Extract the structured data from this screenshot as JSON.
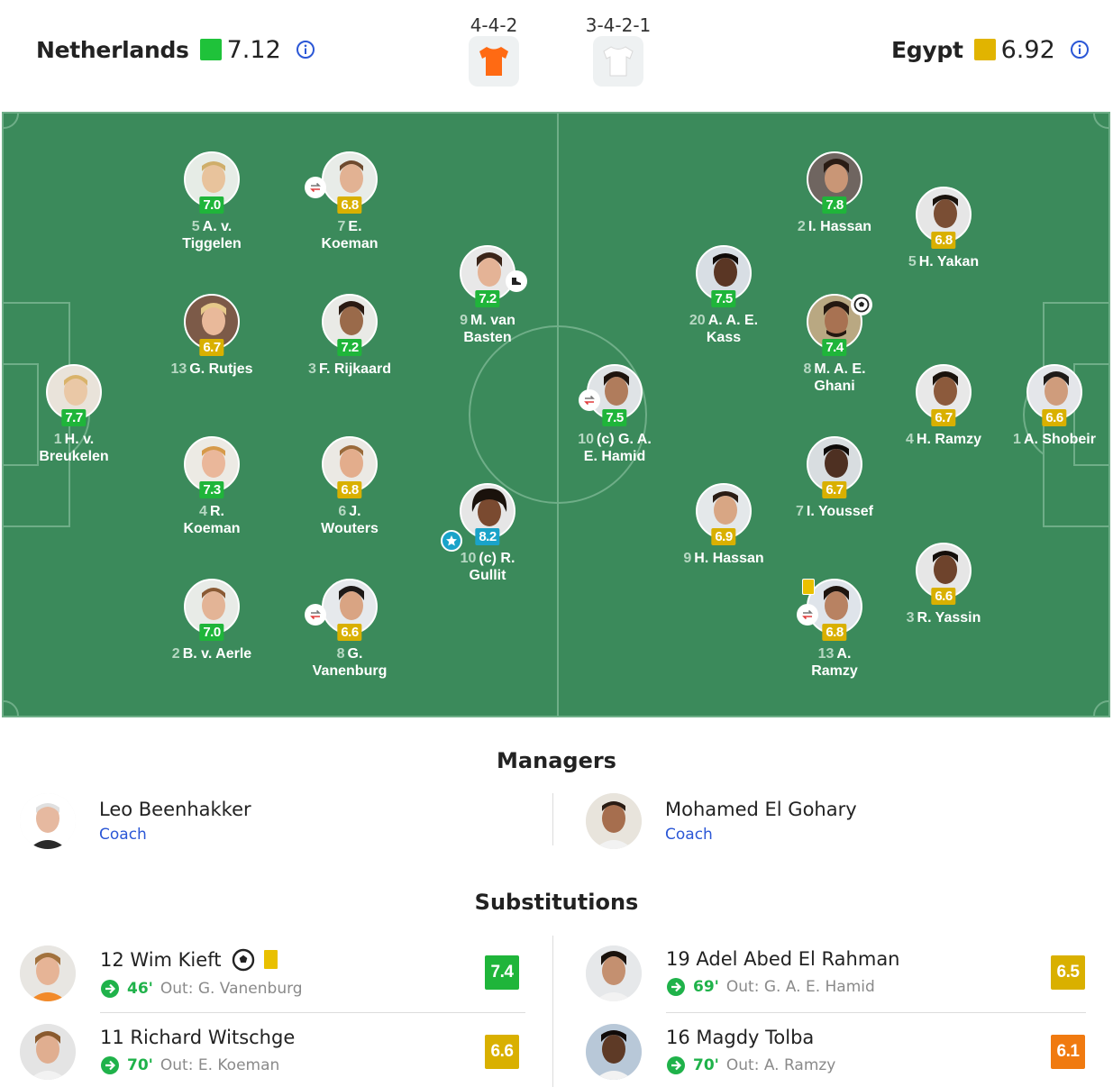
{
  "header": {
    "home": {
      "name": "Netherlands",
      "rating": "7.12",
      "color": "#1fc23a",
      "formation": "4-4-2",
      "shirt_color": "#ff6a13"
    },
    "away": {
      "name": "Egypt",
      "rating": "6.92",
      "color": "#e1b400",
      "formation": "3-4-2-1",
      "shirt_color": "#ffffff"
    }
  },
  "colors": {
    "green": "#1fb53a",
    "yellow": "#d9b000",
    "orange": "#f07a10",
    "blue": "#1aa3c9",
    "pitch": "#3b8a5b"
  },
  "pitch": {
    "home_players": [
      {
        "num": "1",
        "name": "H. v.",
        "name2": "Breukelen",
        "rating": "7.7",
        "rc": "green"
      },
      {
        "num": "5",
        "name": "A. v.",
        "name2": "Tiggelen",
        "rating": "7.0",
        "rc": "green"
      },
      {
        "num": "13",
        "name": "G. Rutjes",
        "name2": "",
        "rating": "6.7",
        "rc": "yellow"
      },
      {
        "num": "4",
        "name": "R.",
        "name2": "Koeman",
        "rating": "7.3",
        "rc": "green"
      },
      {
        "num": "2",
        "name": "B. v. Aerle",
        "name2": "",
        "rating": "7.0",
        "rc": "green"
      },
      {
        "num": "7",
        "name": "E.",
        "name2": "Koeman",
        "rating": "6.8",
        "rc": "yellow"
      },
      {
        "num": "3",
        "name": "F. Rijkaard",
        "name2": "",
        "rating": "7.2",
        "rc": "green"
      },
      {
        "num": "6",
        "name": "J.",
        "name2": "Wouters",
        "rating": "6.8",
        "rc": "yellow"
      },
      {
        "num": "8",
        "name": "G.",
        "name2": "Vanenburg",
        "rating": "6.6",
        "rc": "yellow"
      },
      {
        "num": "9",
        "name": "M. van",
        "name2": "Basten",
        "rating": "7.2",
        "rc": "green"
      },
      {
        "num": "10",
        "name": "(c) R.",
        "name2": "Gullit",
        "rating": "8.2",
        "rc": "blue"
      }
    ],
    "away_players": [
      {
        "num": "1",
        "name": "A. Shobeir",
        "name2": "",
        "rating": "6.6",
        "rc": "yellow"
      },
      {
        "num": "2",
        "name": "I. Hassan",
        "name2": "",
        "rating": "7.8",
        "rc": "green"
      },
      {
        "num": "5",
        "name": "H. Yakan",
        "name2": "",
        "rating": "6.8",
        "rc": "yellow"
      },
      {
        "num": "4",
        "name": "H. Ramzy",
        "name2": "",
        "rating": "6.7",
        "rc": "yellow"
      },
      {
        "num": "3",
        "name": "R. Yassin",
        "name2": "",
        "rating": "6.6",
        "rc": "yellow"
      },
      {
        "num": "8",
        "name": "M. A. E.",
        "name2": "Ghani",
        "rating": "7.4",
        "rc": "green"
      },
      {
        "num": "7",
        "name": "I. Youssef",
        "name2": "",
        "rating": "6.7",
        "rc": "yellow"
      },
      {
        "num": "13",
        "name": "A.",
        "name2": "Ramzy",
        "rating": "6.8",
        "rc": "yellow"
      },
      {
        "num": "20",
        "name": "A. A. E.",
        "name2": "Kass",
        "rating": "7.5",
        "rc": "green"
      },
      {
        "num": "9",
        "name": "H. Hassan",
        "name2": "",
        "rating": "6.9",
        "rc": "yellow"
      },
      {
        "num": "10",
        "name": "(c) G. A.",
        "name2": "E. Hamid",
        "rating": "7.5",
        "rc": "green"
      }
    ]
  },
  "managers": {
    "title": "Managers",
    "home": {
      "name": "Leo Beenhakker",
      "role": "Coach"
    },
    "away": {
      "name": "Mohamed El Gohary",
      "role": "Coach"
    }
  },
  "substitutions": {
    "title": "Substitutions",
    "home": [
      {
        "label": "12 Wim Kieft",
        "minute": "46'",
        "out": "Out: G. Vanenburg",
        "rating": "7.4",
        "rc": "green"
      },
      {
        "label": "11 Richard Witschge",
        "minute": "70'",
        "out": "Out: E. Koeman",
        "rating": "6.6",
        "rc": "yellow"
      }
    ],
    "away": [
      {
        "label": "19 Adel Abed El Rahman",
        "minute": "69'",
        "out": "Out: G. A. E. Hamid",
        "rating": "6.5",
        "rc": "yellow"
      },
      {
        "label": "16 Magdy Tolba",
        "minute": "70'",
        "out": "Out: A. Ramzy",
        "rating": "6.1",
        "rc": "orange"
      }
    ]
  }
}
